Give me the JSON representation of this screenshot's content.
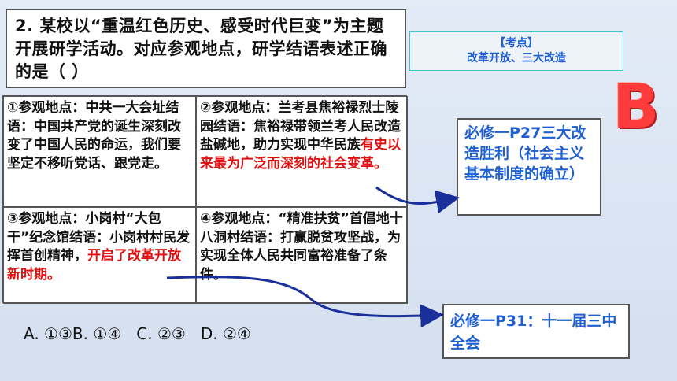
{
  "question": {
    "number": "2.",
    "text": "某校以“重温红色历史、感受时代巨变”为主题开展研学活动。对应参观地点，研学结语表述正确的是（     ）"
  },
  "kaodian": {
    "title": "【考点】",
    "content": "改革开放、三大改造"
  },
  "items": [
    {
      "text": "①参观地点：中共一大会址结语：中国共产党的诞生深刻改变了中国人民的命运，我们要坚定不移听党话、跟党走。",
      "highlight": ""
    },
    {
      "text": "②参观地点：兰考县焦裕禄烈士陵园结语：焦裕禄带领兰考人民改造盐碱地，助力实现中华民族",
      "highlight": "有史以来最为广泛而深刻的社会变革。"
    },
    {
      "text": "③参观地点：小岗村“大包干”纪念馆结语：小岗村村民发挥首创精神，",
      "highlight": "开启了改革开放新时期。"
    },
    {
      "text": "④参观地点：“精准扶贫”首倡地十八洞村结语：打赢脱贫攻坚战，为实现全体人民共同富裕准备了条件。",
      "highlight": ""
    }
  ],
  "answer": "B",
  "notes": [
    {
      "text": "必修一P27三大改造胜利（社会主义基本制度的确立）"
    },
    {
      "text": "必修一P31：十一届三中全会"
    }
  ],
  "options": "A. ①③B. ①④   C. ②③   D. ②④",
  "colors": {
    "highlight_red": "#e01010",
    "note_blue": "#1f5fd1",
    "answer_red": "#ff3c3c",
    "arrow_blue": "#1a2f9a",
    "kaodian_border": "#3cc4c7"
  }
}
